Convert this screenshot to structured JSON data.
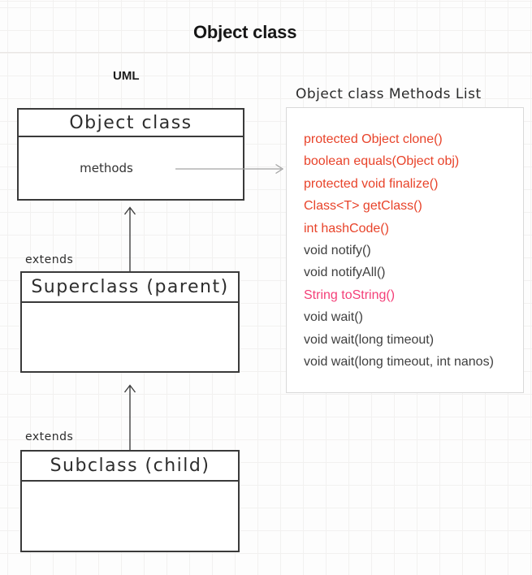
{
  "page": {
    "title": "Object class"
  },
  "uml_section": {
    "label": "UML",
    "object_box": {
      "header": "Object class",
      "body_label": "methods"
    },
    "extends_top": "extends",
    "superclass_box": {
      "header": "Superclass (parent)"
    },
    "extends_bottom": "extends",
    "subclass_box": {
      "header": "Subclass (child)"
    }
  },
  "methods_panel": {
    "title": "Object class Methods List",
    "methods": [
      {
        "text": "protected Object clone()",
        "color": "red"
      },
      {
        "text": "boolean equals(Object obj)",
        "color": "red"
      },
      {
        "text": "protected void finalize()",
        "color": "red"
      },
      {
        "text": "Class<T> getClass()",
        "color": "red"
      },
      {
        "text": "int hashCode()",
        "color": "red"
      },
      {
        "text": "void notify()",
        "color": "dark"
      },
      {
        "text": "void notifyAll()",
        "color": "dark"
      },
      {
        "text": "String toString()",
        "color": "pink"
      },
      {
        "text": "void wait()",
        "color": "dark"
      },
      {
        "text": "void wait(long timeout)",
        "color": "dark"
      },
      {
        "text": "void wait(long timeout, int nanos)",
        "color": "dark"
      }
    ]
  },
  "colors": {
    "method_red": "#e8432a",
    "method_pink": "#f43f78",
    "method_dark": "#3f3f3f",
    "box_border": "#3a3a3a",
    "panel_border": "#d9d9d9",
    "arrow_gray": "#a3a3a3",
    "arrow_dark": "#3f3f3f",
    "grid_line": "#f2f1f0"
  }
}
